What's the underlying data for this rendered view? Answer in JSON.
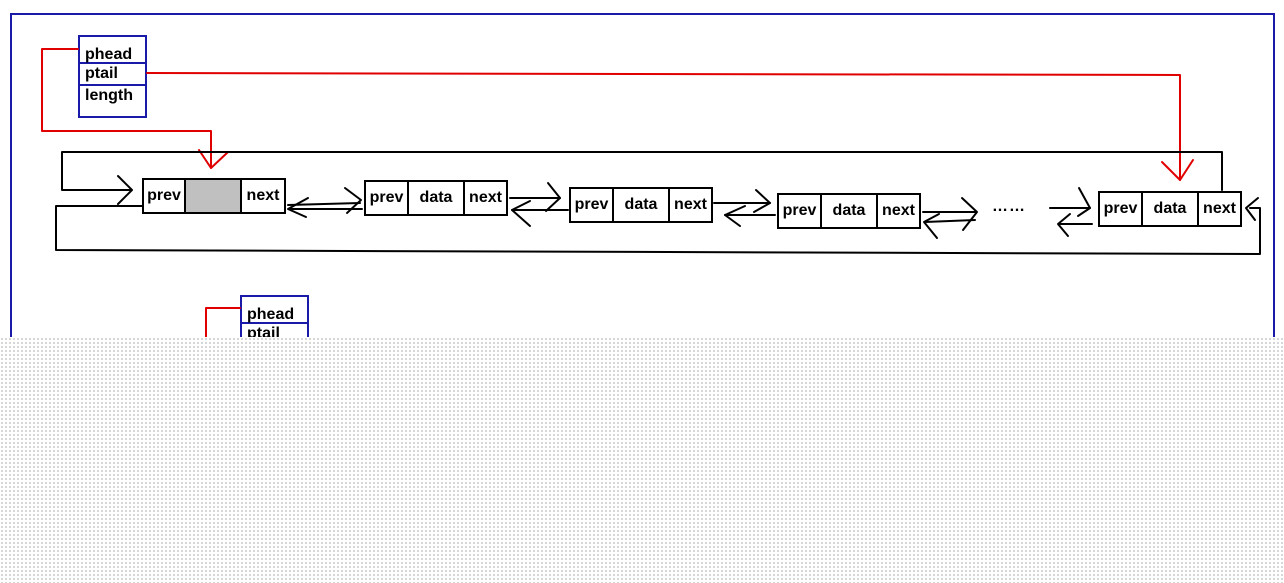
{
  "list_header": {
    "fields": [
      "phead",
      "ptail",
      "length"
    ]
  },
  "list_header_partial": {
    "fields": [
      "phead",
      "ptail"
    ]
  },
  "nodes": [
    {
      "fields": [
        "prev",
        "",
        "next"
      ]
    },
    {
      "fields": [
        "prev",
        "data",
        "next"
      ]
    },
    {
      "fields": [
        "prev",
        "data",
        "next"
      ]
    },
    {
      "fields": [
        "prev",
        "data",
        "next"
      ]
    },
    {
      "fields": [
        "prev",
        "data",
        "next"
      ]
    }
  ],
  "ellipsis": "……",
  "colors": {
    "frame": "#1a1aa8",
    "pointer": "#e00000",
    "link": "#000000",
    "sentinel_fill": "#c0c0c0"
  }
}
